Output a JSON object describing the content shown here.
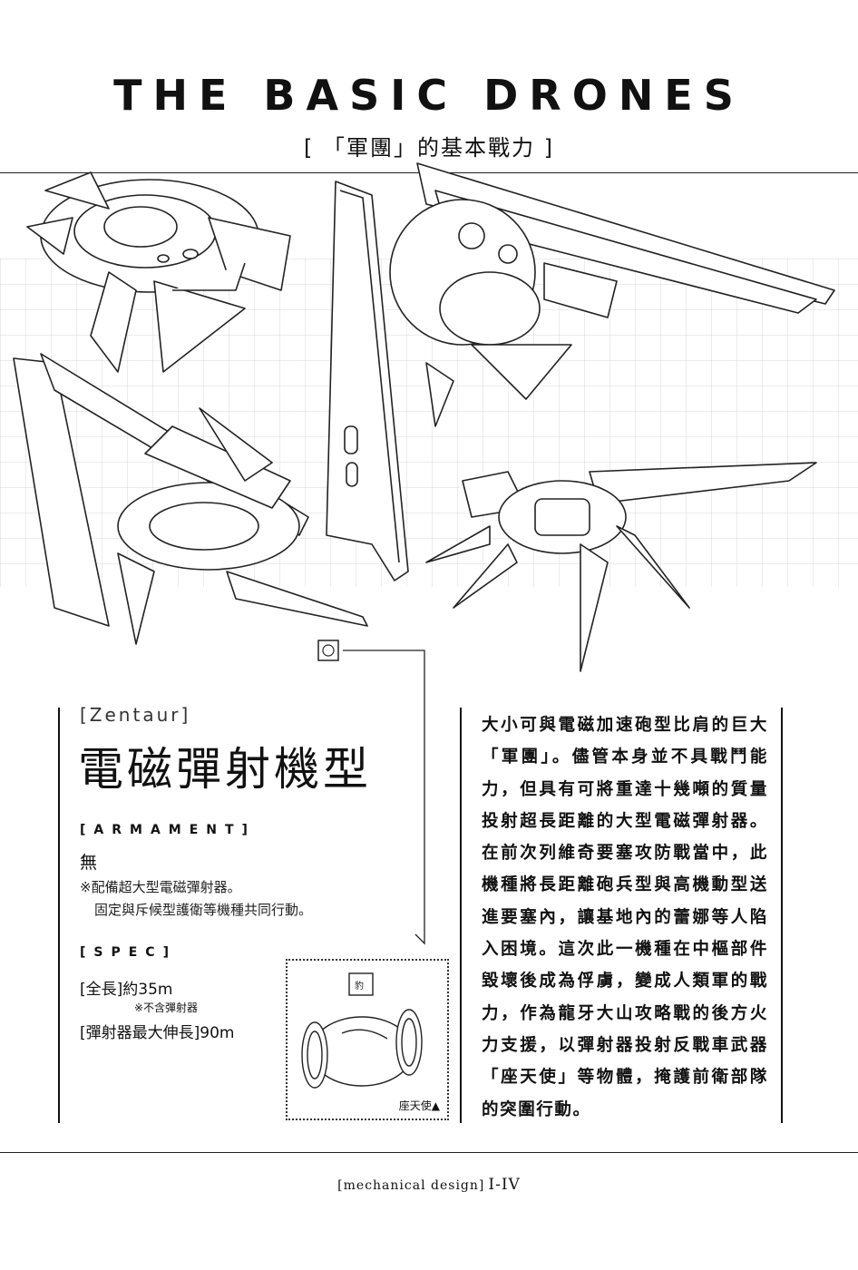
{
  "header": {
    "title": "THE BASIC DRONES",
    "subtitle": "[ 「軍團」的基本戰力 ]"
  },
  "profile": {
    "code_name": "[Zentaur]",
    "type_name": "電磁彈射機型",
    "armament": {
      "heading": "[ARMAMENT]",
      "value": "無",
      "note_1": "※配備超大型電磁彈射器。",
      "note_2": "固定與斥候型護衛等機種共同行動。"
    },
    "spec": {
      "heading": "[SPEC]",
      "length": "[全長]約35m",
      "length_note": "※不含彈射器",
      "launcher_length": "[彈射器最大伸長]90m"
    },
    "inset": {
      "caption": "座天使▲",
      "tag": "豹"
    }
  },
  "body_text": "大小可與電磁加速砲型比肩的巨大「軍團」。儘管本身並不具戰鬥能力，但具有可將重達十幾噸的質量投射超長距離的大型電磁彈射器。在前次列維奇要塞攻防戰當中，此機種將長距離砲兵型與高機動型送進要塞內，讓基地內的蕾娜等人陷入困境。這次此一機種在中樞部件毀壞後成為俘虜，變成人類軍的戰力，作為龍牙大山攻略戰的後方火力支援，以彈射器投射反戰車武器「座天使」等物體，掩護前衛部隊的突圍行動。",
  "footer": {
    "label": "[mechanical design]",
    "number": "I-IV"
  }
}
